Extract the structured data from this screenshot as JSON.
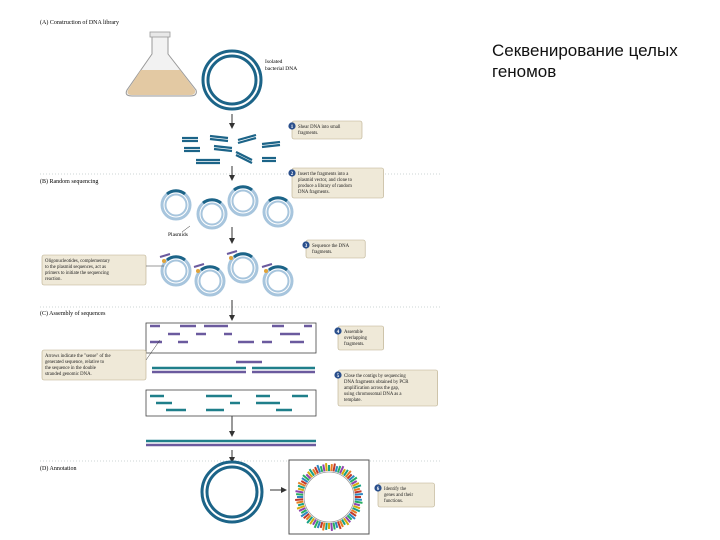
{
  "slide": {
    "title": "Секвенирование целых\nгеномов"
  },
  "figure": {
    "sections": {
      "a": "(A) Construction of DNA library",
      "b": "(B) Random sequencing",
      "c": "(C) Assembly of sequences",
      "d": "(D) Annotation"
    },
    "labels": {
      "isolated_1": "Isolated",
      "isolated_2": "bacterial DNA",
      "plasmids": "Plasmids"
    },
    "steps": [
      {
        "num": "1",
        "lines": [
          "Shear DNA into small",
          "fragments."
        ]
      },
      {
        "num": "2",
        "lines": [
          "Insert the fragments into a",
          "plasmid vector, and clone to",
          "produce a library of random",
          "DNA fragments."
        ]
      },
      {
        "num": "3",
        "lines": [
          "Sequence the DNA",
          "fragments."
        ]
      },
      {
        "num": "4",
        "lines": [
          "Assemble",
          "overlapping",
          "fragments."
        ]
      },
      {
        "num": "5",
        "lines": [
          "Close the contigs by sequencing",
          "DNA fragments obtained by PCR",
          "amplification across the gap,",
          "using chromosomal DNA as a",
          "template."
        ]
      },
      {
        "num": "6",
        "lines": [
          "Identify the",
          "genes and their",
          "functions."
        ]
      }
    ],
    "notes": {
      "oligo": [
        "Oligonucleotides, complementary",
        "to the plasmid sequences, act as",
        "primers to initiate the sequencing",
        "reaction."
      ],
      "arrows": [
        "Arrows indicate the \"sense\" of the",
        "generated sequence, relative to",
        "the sequence in the double",
        "stranded genomic DNA."
      ]
    },
    "colors": {
      "dna_dark": "#1c6488",
      "dna_light": "#a7c5dd",
      "fragment_purple": "#6b5a9e",
      "fragment_teal": "#1f7f8a",
      "callout_bg": "#efe9d8",
      "callout_border": "#b9ad8c",
      "step_badge": "#2a4f8c",
      "flask_liquid": "#e3c9a3"
    }
  }
}
